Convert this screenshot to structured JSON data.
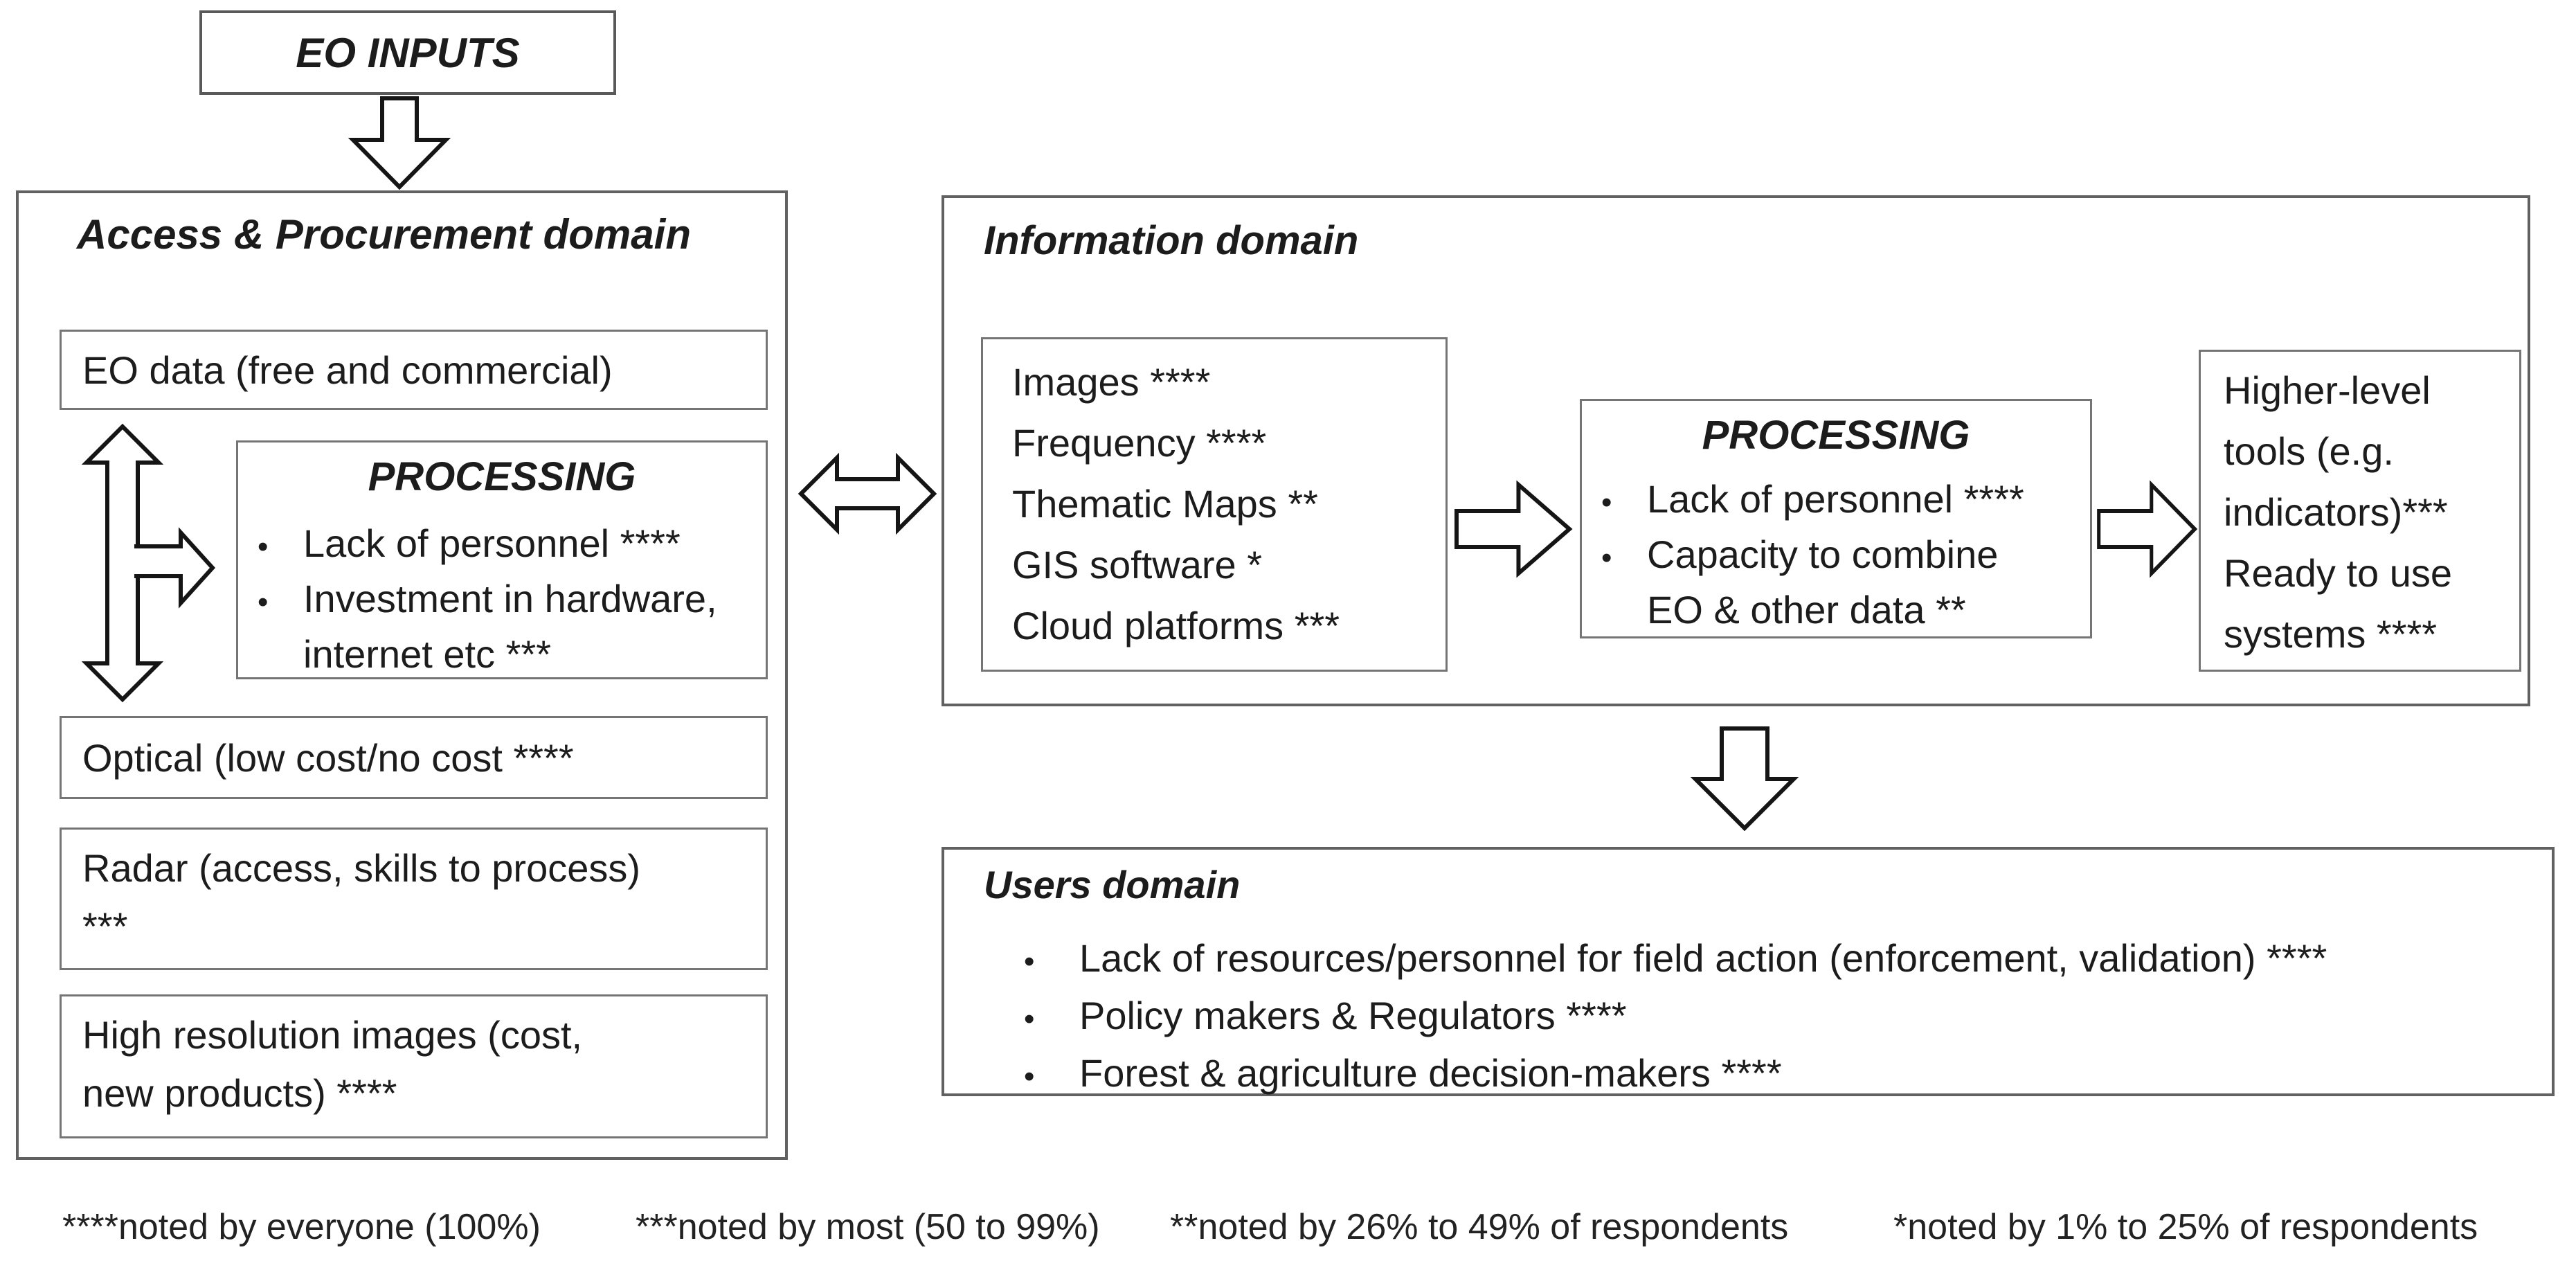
{
  "eo_inputs": {
    "label": "EO INPUTS"
  },
  "access_domain": {
    "title": "Access & Procurement domain",
    "eo_data": "EO data (free and commercial)",
    "processing": {
      "title": "PROCESSING",
      "items": [
        {
          "text": "Lack of personnel  ****",
          "bullet": true
        },
        {
          "text": "Investment in hardware,",
          "bullet": true
        },
        {
          "text": "internet etc ***",
          "bullet": false
        }
      ]
    },
    "optical": "Optical (low cost/no cost ****",
    "radar": {
      "line1": "Radar (access, skills to process)",
      "line2": "***"
    },
    "high_resolution": {
      "line1": "High resolution images (cost,",
      "line2": "new products) ****"
    }
  },
  "information_domain": {
    "title": "Information domain",
    "outputs": [
      "Images ****",
      "Frequency ****",
      "Thematic Maps **",
      "GIS software *",
      "Cloud platforms ***"
    ],
    "processing": {
      "title": "PROCESSING",
      "items": [
        {
          "text": "Lack of personnel  ****",
          "bullet": true
        },
        {
          "text": "Capacity to combine",
          "bullet": true
        },
        {
          "text": "EO & other data **",
          "bullet": false
        }
      ]
    },
    "higher_level_tools": [
      "Higher-level",
      "tools (e.g.",
      "indicators)***",
      "Ready to use",
      "systems ****"
    ]
  },
  "users_domain": {
    "title": "Users domain",
    "bullets": [
      "Lack of resources/personnel for field action (enforcement, validation) ****",
      "Policy makers & Regulators ****",
      "Forest & agriculture decision-makers ****"
    ]
  },
  "legend": {
    "items": [
      "****noted by everyone (100%)",
      "***noted by most (50 to 99%)",
      "**noted by 26% to 49% of respondents",
      "*noted by 1% to 25% of respondents"
    ]
  },
  "connectors": [
    {
      "name": "eo-inputs-to-access-domain",
      "type": "down-arrow"
    },
    {
      "name": "access-domain-internal",
      "type": "up-down-arrow-with-right-branch"
    },
    {
      "name": "access-to-information",
      "type": "left-right-double-arrow"
    },
    {
      "name": "outputs-to-processing",
      "type": "right-arrow"
    },
    {
      "name": "processing-to-higher-level-tools",
      "type": "right-arrow"
    },
    {
      "name": "information-to-users",
      "type": "down-arrow"
    }
  ],
  "colors": {
    "background": "#ffffff",
    "text": "#1c1c1c",
    "outer_border": "#616161",
    "inner_border": "#757575",
    "arrow_stroke": "#151515"
  }
}
